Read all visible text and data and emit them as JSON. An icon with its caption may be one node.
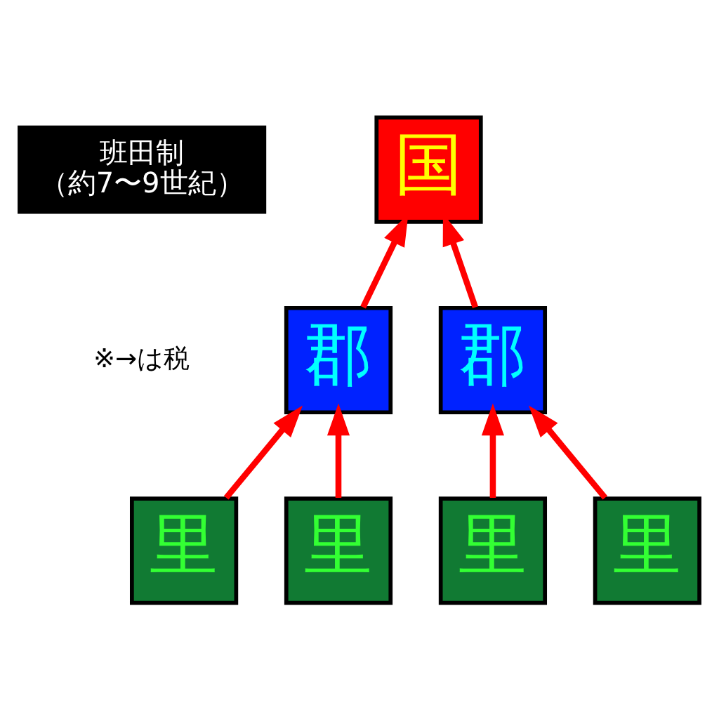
{
  "diagram": {
    "nodes": [
      {
        "text": [
          "班田制",
          "（約7〜9世紀）"
        ]
      },
      {
        "text": [
          "国"
        ]
      },
      {
        "text": [
          "郡"
        ]
      },
      {
        "text": [
          "郡"
        ]
      },
      {
        "text": [
          "里"
        ]
      },
      {
        "text": [
          "里"
        ]
      },
      {
        "text": [
          "里"
        ]
      },
      {
        "text": [
          "里"
        ]
      }
    ],
    "edges": [
      {
        "from": 2,
        "to": 1,
        "arrow": "to"
      },
      {
        "from": 3,
        "to": 1,
        "arrow": "to"
      },
      {
        "from": 4,
        "to": 2,
        "arrow": "to"
      },
      {
        "from": 5,
        "to": 2,
        "arrow": "to"
      },
      {
        "from": 6,
        "to": 3,
        "arrow": "to"
      },
      {
        "from": 7,
        "to": 3,
        "arrow": "to"
      }
    ],
    "labels": [
      "※→は税"
    ]
  }
}
